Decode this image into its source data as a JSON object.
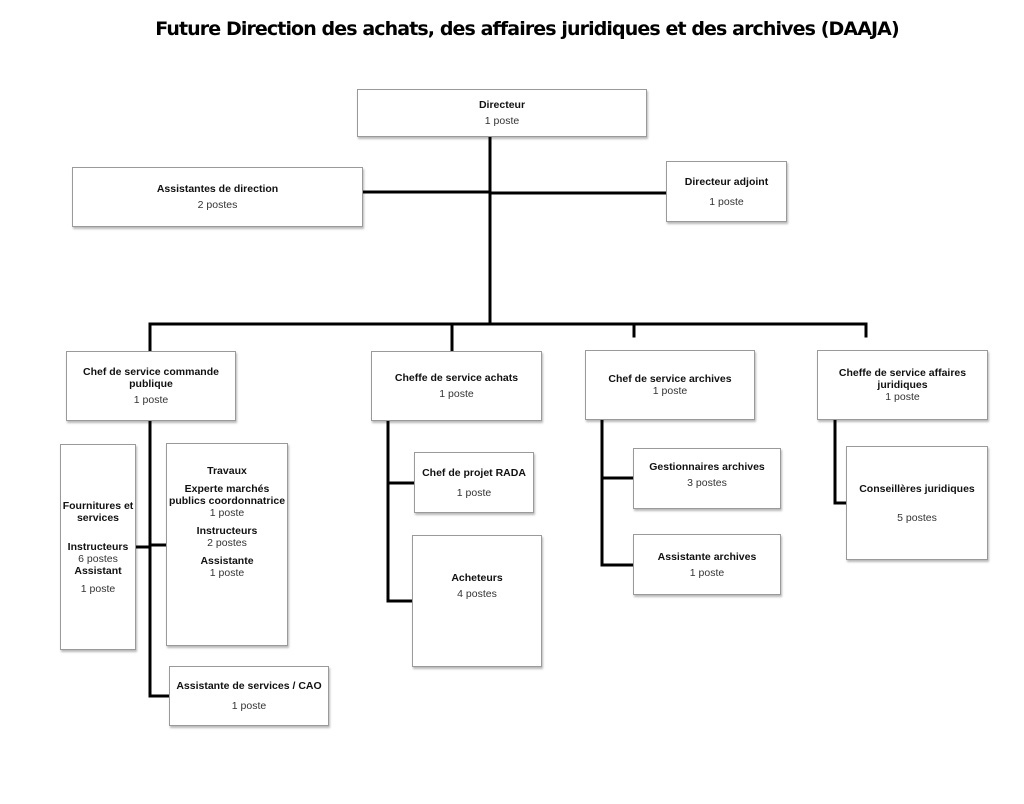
{
  "title": "Future Direction des achats, des affaires juridiques et des archives (DAAJA)",
  "colors": {
    "lines": "#000000",
    "box_border": "#9a9a9a",
    "background": "#ffffff"
  },
  "nodes": {
    "directeur": {
      "title": "Directeur",
      "postes": "1 poste"
    },
    "assistantes_direction": {
      "title": "Assistantes de direction",
      "postes": "2 postes"
    },
    "directeur_adjoint": {
      "title": "Directeur adjoint",
      "postes": "1 poste"
    },
    "commande_publique": {
      "title": "Chef de service commande publique",
      "postes": "1 poste",
      "children": {
        "fournitures": {
          "title": "Fournitures et services",
          "roles": [
            {
              "title": "Instructeurs",
              "postes": "6 postes"
            },
            {
              "title": "Assistant",
              "postes": "1 poste"
            }
          ]
        },
        "travaux": {
          "title": "Travaux",
          "roles": [
            {
              "title": "Experte marchés publics coordonnatrice",
              "postes": "1 poste"
            },
            {
              "title": "Instructeurs",
              "postes": "2 postes"
            },
            {
              "title": "Assistante",
              "postes": "1 poste"
            }
          ]
        },
        "assistante_cao": {
          "title": "Assistante de services / CAO",
          "postes": "1 poste"
        }
      }
    },
    "achats": {
      "title": "Cheffe de service achats",
      "postes": "1 poste",
      "children": {
        "rada": {
          "title": "Chef de projet RADA",
          "postes": "1 poste"
        },
        "acheteurs": {
          "title": "Acheteurs",
          "postes": "4 postes"
        }
      }
    },
    "archives": {
      "title": "Chef de service archives",
      "postes": "1 poste",
      "children": {
        "gestionnaires": {
          "title": "Gestionnaires archives",
          "postes": "3 postes"
        },
        "assistante": {
          "title": "Assistante archives",
          "postes": "1 poste"
        }
      }
    },
    "juridiques": {
      "title": "Cheffe de service affaires juridiques",
      "postes": "1 poste",
      "children": {
        "conseilleres": {
          "title": "Conseillères juridiques",
          "postes": "5 postes"
        }
      }
    }
  }
}
